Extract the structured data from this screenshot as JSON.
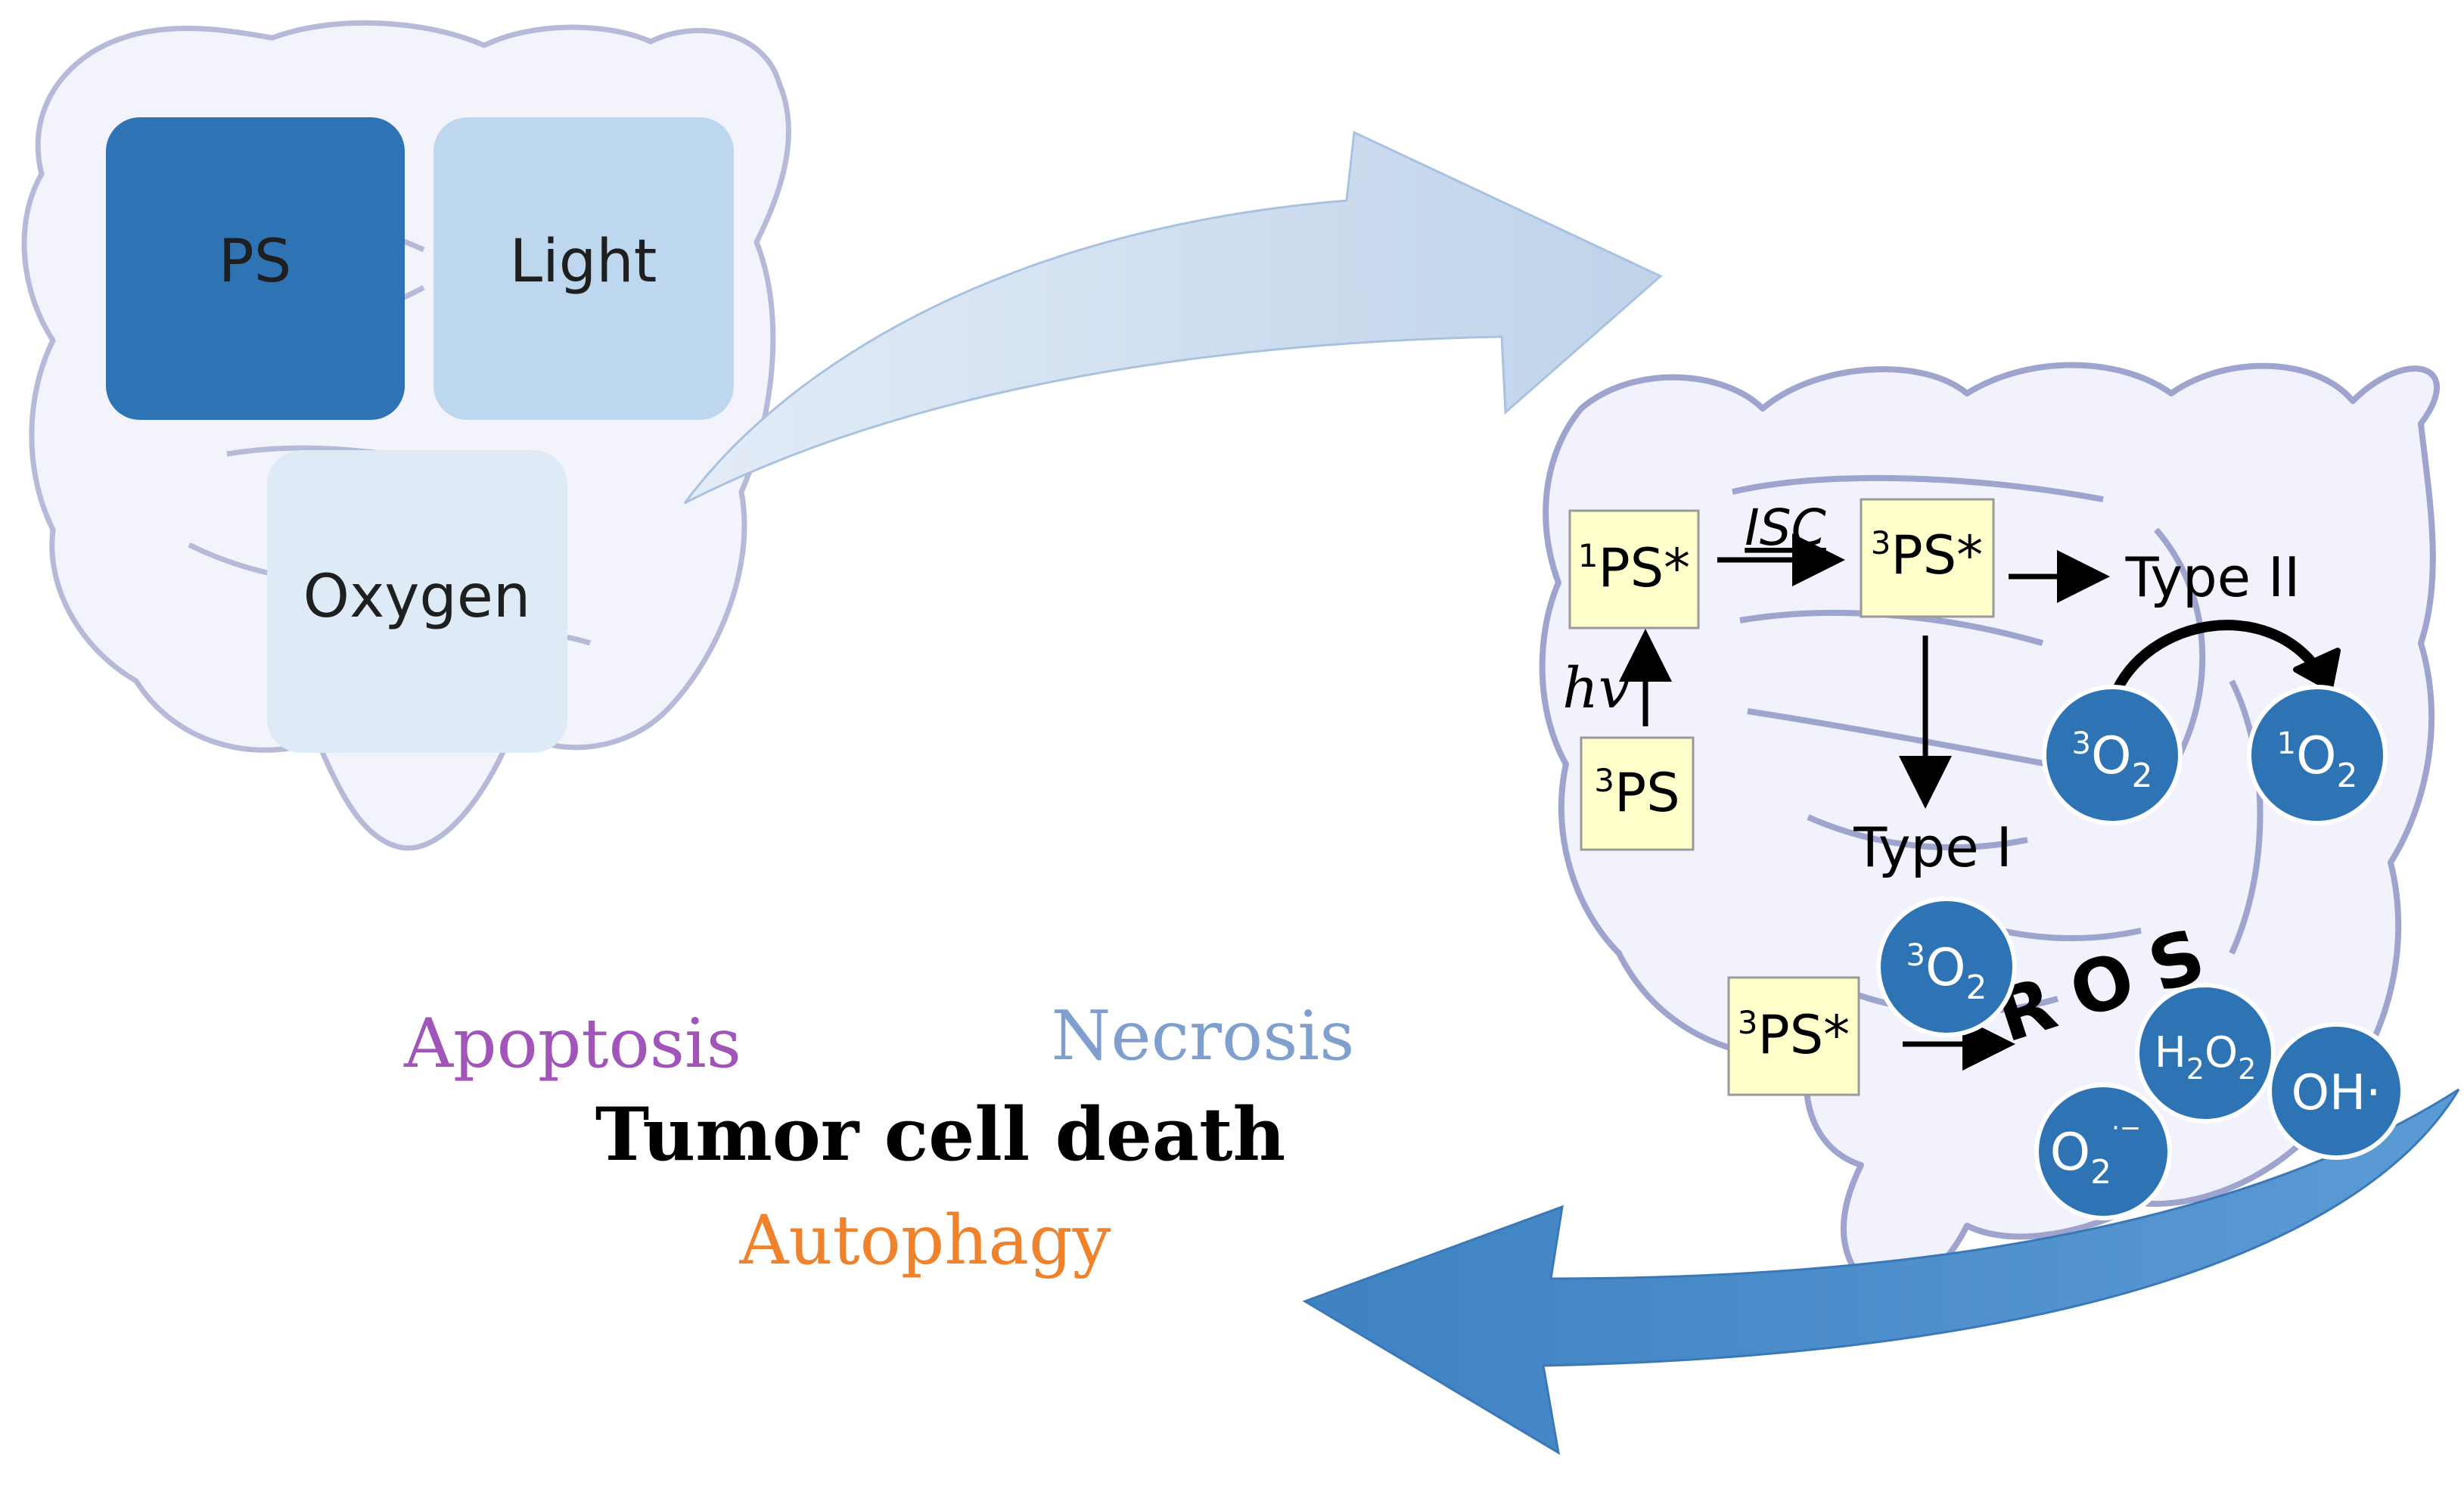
{
  "diagram": {
    "inputs": {
      "ps": "PS",
      "light": "Light",
      "oxygen": "Oxygen"
    },
    "mechanism": {
      "singlet_ps": {
        "sup": "1",
        "base": "PS*"
      },
      "isc": "ISC",
      "triplet_ps": {
        "sup": "3",
        "base": "PS*"
      },
      "hv": "hv",
      "ground_ps": {
        "sup": "3",
        "base": "PS"
      },
      "type2": "Type II",
      "type1": "Type I",
      "triplet_o2_a": {
        "sup": "3",
        "base": "O",
        "sub": "2"
      },
      "singlet_o2": {
        "sup": "1",
        "base": "O",
        "sub": "2"
      },
      "triplet_o2_b": {
        "sup": "3",
        "base": "O",
        "sub": "2"
      },
      "triplet_ps_b": {
        "sup": "3",
        "base": "PS*"
      },
      "ros": "ROS",
      "h2o2": {
        "part1": "H",
        "sub1": "2",
        "part2": "O",
        "sub2": "2"
      },
      "hydroxyl": "OH·",
      "superoxide": {
        "base": "O",
        "sub": "2",
        "sup": "·−"
      }
    },
    "outcomes": {
      "apoptosis": "Apoptosis",
      "necrosis": "Necrosis",
      "death": "Tumor cell death",
      "autophagy": "Autophagy"
    },
    "colors": {
      "ps_box": "#2e74b5",
      "light_box": "#bdd7ee",
      "oxygen_box": "#deebf7",
      "molecule": "#2e74b5",
      "label_box": "#ffffcc",
      "apoptosis": "#a155b9",
      "necrosis": "#7f9fcf",
      "autophagy": "#f0822b",
      "intestine": "#9fa4cf"
    }
  }
}
